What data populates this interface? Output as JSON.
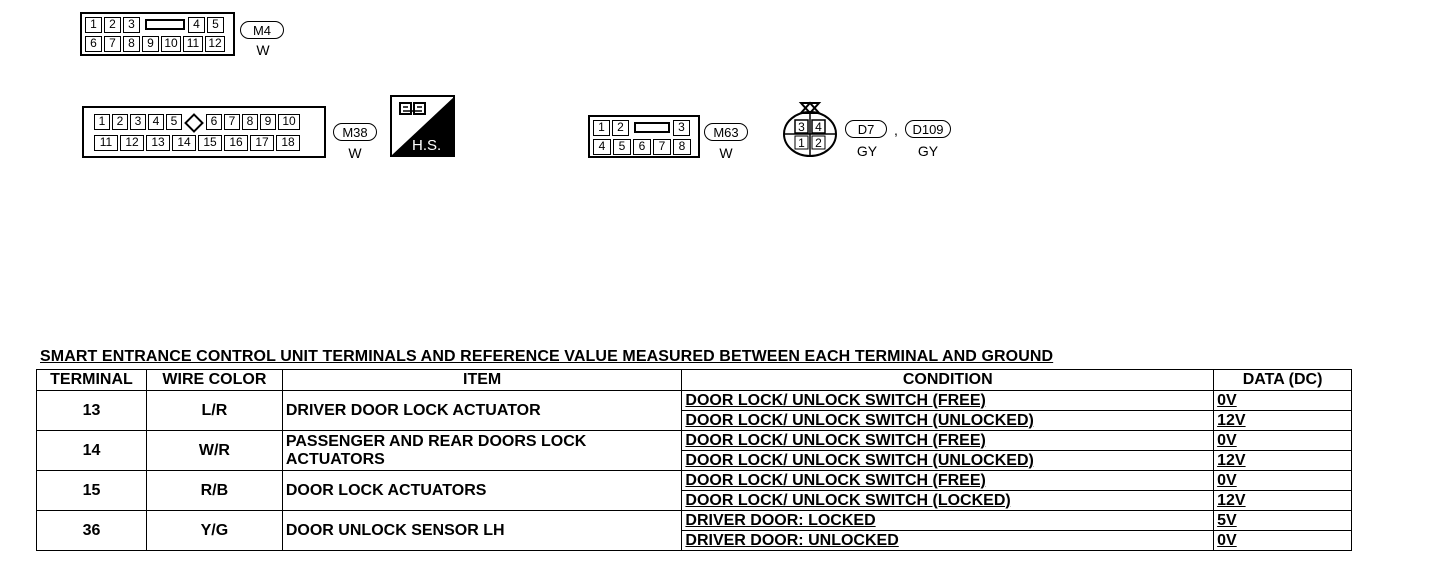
{
  "connectors": {
    "m4": {
      "tag": "M4",
      "color": "W",
      "row1": [
        "1",
        "2",
        "3",
        "4",
        "5"
      ],
      "row2": [
        "6",
        "7",
        "8",
        "9",
        "10",
        "11",
        "12"
      ]
    },
    "m38": {
      "tag": "M38",
      "color": "W",
      "row1": [
        "1",
        "2",
        "3",
        "4",
        "5",
        "6",
        "7",
        "8",
        "9",
        "10"
      ],
      "row2": [
        "11",
        "12",
        "13",
        "14",
        "15",
        "16",
        "17",
        "18"
      ]
    },
    "hs": {
      "label": "H.S."
    },
    "m63": {
      "tag": "M63",
      "color": "W",
      "row1": [
        "1",
        "2",
        "3"
      ],
      "row2": [
        "4",
        "5",
        "6",
        "7",
        "8"
      ]
    },
    "d7": {
      "tag": "D7",
      "color": "GY",
      "pins": [
        "3",
        "4",
        "1",
        "2"
      ]
    },
    "separator": ",",
    "d109": {
      "tag": "D109",
      "color": "GY"
    }
  },
  "table": {
    "title": "SMART ENTRANCE CONTROL UNIT TERMINALS AND REFERENCE VALUE MEASURED BETWEEN EACH TERMINAL AND GROUND",
    "headers": [
      "TERMINAL",
      "WIRE COLOR",
      "ITEM",
      "CONDITION",
      "DATA (DC)"
    ],
    "rows": [
      {
        "terminal": "13",
        "wire": "L/R",
        "item": "DRIVER DOOR LOCK ACTUATOR",
        "conditions": [
          {
            "condition": "DOOR LOCK/ UNLOCK SWITCH (FREE)",
            "data": "0V"
          },
          {
            "condition": "DOOR LOCK/ UNLOCK SWITCH (UNLOCKED)",
            "data": "12V"
          }
        ]
      },
      {
        "terminal": "14",
        "wire": "W/R",
        "item": "PASSENGER AND REAR DOORS LOCK ACTUATORS",
        "conditions": [
          {
            "condition": "DOOR LOCK/ UNLOCK SWITCH (FREE)",
            "data": "0V"
          },
          {
            "condition": "DOOR LOCK/ UNLOCK SWITCH (UNLOCKED)",
            "data": "12V"
          }
        ]
      },
      {
        "terminal": "15",
        "wire": "R/B",
        "item": "DOOR LOCK ACTUATORS",
        "conditions": [
          {
            "condition": "DOOR LOCK/ UNLOCK SWITCH (FREE)",
            "data": "0V"
          },
          {
            "condition": "DOOR LOCK/ UNLOCK SWITCH (LOCKED)",
            "data": "12V"
          }
        ]
      },
      {
        "terminal": "36",
        "wire": "Y/G",
        "item": "DOOR UNLOCK SENSOR LH",
        "conditions": [
          {
            "condition": "DRIVER DOOR: LOCKED",
            "data": "5V"
          },
          {
            "condition": "DRIVER DOOR: UNLOCKED",
            "data": "0V"
          }
        ]
      }
    ]
  }
}
